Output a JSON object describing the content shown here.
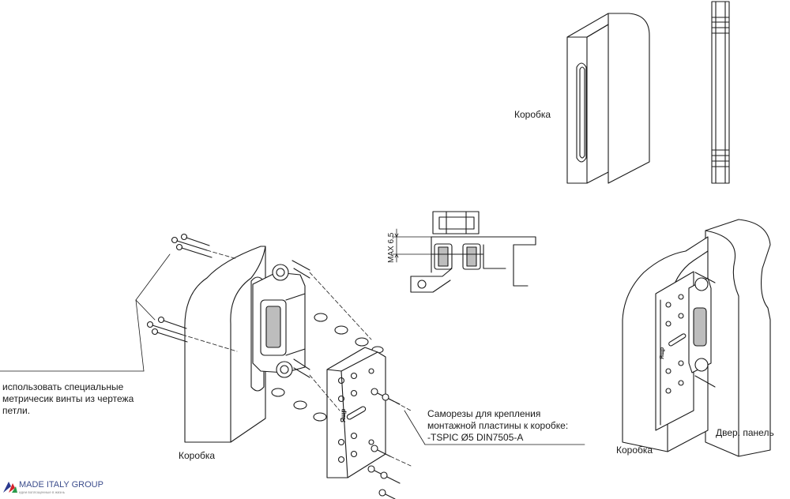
{
  "labels": {
    "frame_top": "Коробка",
    "frame_left": "Коробка",
    "frame_right": "Коробка",
    "door_panel": "Двер. панель",
    "dimension": "MAX 6.5"
  },
  "note_screws": {
    "line1": "использовать специальные",
    "line2": "метричесик винты из чертежа",
    "line3": "петли."
  },
  "note_self_tapping": {
    "line1": "Саморезы для крепления",
    "line2": "монтажной пластины к коробке:",
    "line3": "-TSPIC Ø5 DIN7505-A"
  },
  "plate_marking": "Ящр",
  "logo": {
    "name": "MADE ITALY GROUP",
    "tagline": "идеи воплощенные в жизнь",
    "colors": [
      "#2b3a8f",
      "#d4222a",
      "#2a9a4a"
    ]
  },
  "colors": {
    "line": "#1a1a1a",
    "fill": "#ffffff",
    "hatch": "#bdbdbd"
  }
}
